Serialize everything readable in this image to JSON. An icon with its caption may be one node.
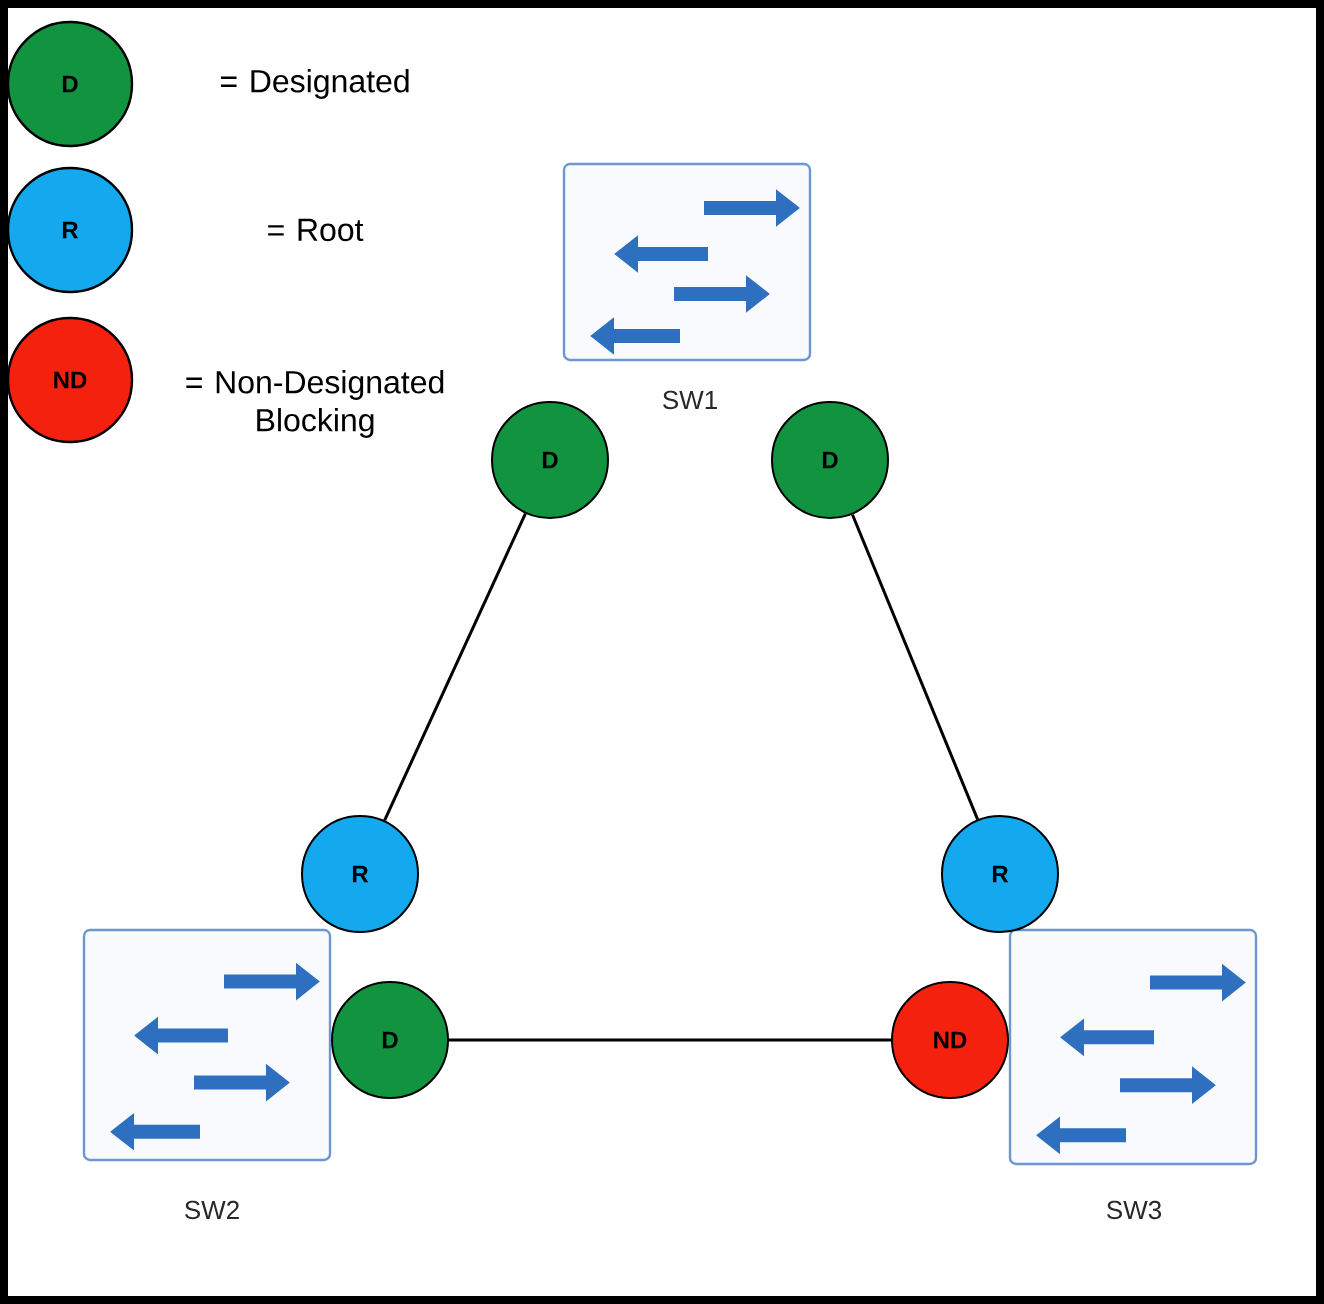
{
  "diagram": {
    "nodes": [
      {
        "text": [
          "SW1"
        ]
      },
      {
        "text": [
          "SW2"
        ]
      },
      {
        "text": [
          "SW3"
        ]
      },
      {
        "text": [
          "D"
        ]
      },
      {
        "text": [
          "D"
        ]
      },
      {
        "text": [
          "R"
        ]
      },
      {
        "text": [
          "D"
        ]
      },
      {
        "text": [
          "R"
        ]
      },
      {
        "text": [
          "ND"
        ]
      }
    ],
    "edges": [
      {
        "from": 3,
        "to": 5,
        "arrow": "none"
      },
      {
        "from": 4,
        "to": 7,
        "arrow": "none"
      },
      {
        "from": 6,
        "to": 8,
        "arrow": "none"
      }
    ],
    "labels": [
      "D",
      "R",
      "ND"
    ],
    "legend": [
      {
        "text": "= Designated",
        "color": "#12933f"
      },
      {
        "text": "= Root",
        "color": "#14a9ef"
      },
      {
        "text": "= Non-Designated Blocking",
        "color": "#f5210f"
      }
    ]
  }
}
